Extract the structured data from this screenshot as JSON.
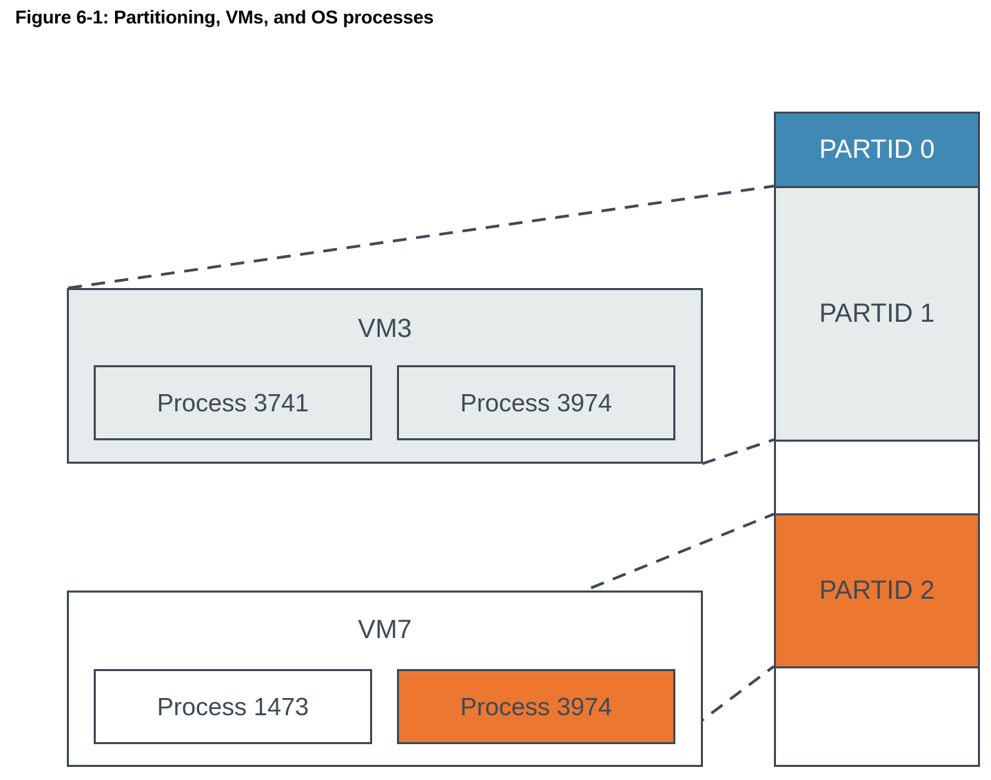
{
  "figure": {
    "title": "Figure 6-1: Partitioning, VMs, and OS processes"
  },
  "colors": {
    "partid0_fill": "#4189b5",
    "partid1_fill": "#e6ebeb",
    "partid2_fill": "#ec7731",
    "empty_fill": "#ffffff",
    "stroke": "#3f4a56",
    "text_dark": "#3f4a56",
    "text_light": "#ffffff",
    "title_text": "#000000"
  },
  "partition_column": {
    "name": "partition-id-column",
    "segments": [
      {
        "id": "partid-0",
        "label": "PARTID 0",
        "fill": "blue",
        "text": "light",
        "labeled": true
      },
      {
        "id": "partid-1",
        "label": "PARTID 1",
        "fill": "gray",
        "text": "dark",
        "labeled": true
      },
      {
        "id": "empty-1",
        "label": "",
        "fill": "white",
        "text": "dark",
        "labeled": false
      },
      {
        "id": "partid-2",
        "label": "PARTID 2",
        "fill": "orange",
        "text": "dark",
        "labeled": true
      },
      {
        "id": "empty-2",
        "label": "",
        "fill": "white",
        "text": "dark",
        "labeled": false
      }
    ]
  },
  "vms": [
    {
      "id": "vm3",
      "label": "VM3",
      "fill": "gray",
      "processes": [
        {
          "id": "process-3741",
          "label": "Process 3741",
          "fill": "gray"
        },
        {
          "id": "process-3974-vm3",
          "label": "Process 3974",
          "fill": "gray"
        }
      ]
    },
    {
      "id": "vm7",
      "label": "VM7",
      "fill": "white",
      "processes": [
        {
          "id": "process-1473",
          "label": "Process 1473",
          "fill": "white"
        },
        {
          "id": "process-3974-vm7",
          "label": "Process 3974",
          "fill": "orange"
        }
      ]
    }
  ],
  "connectors": [
    {
      "id": "vm3-to-partid1-top",
      "from": "vm3-top-left",
      "to": "partid1-top-left"
    },
    {
      "id": "vm3-to-partid1-bottom",
      "from": "vm3-bottom-right",
      "to": "partid1-bottom-left"
    },
    {
      "id": "proc3974-to-partid2-top",
      "from": "process-3974-vm7-top-left",
      "to": "partid2-top-left"
    },
    {
      "id": "proc3974-to-partid2-bottom",
      "from": "process-3974-vm7-bottom-right",
      "to": "partid2-bottom-left"
    }
  ]
}
